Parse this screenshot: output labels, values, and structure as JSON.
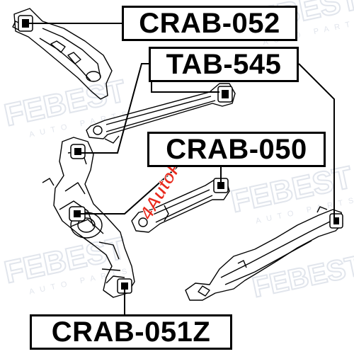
{
  "labels": {
    "crab_052": "CRAB-052",
    "tab_545": "TAB-545",
    "crab_050": "CRAB-050",
    "crab_051z": "CRAB-051Z"
  },
  "watermark": {
    "brand": "FEBEST",
    "sub": "AUTO PARTS",
    "shop": "4AutoPart"
  },
  "colors": {
    "line": "#000000",
    "watermark": "#d8dde8",
    "shop_red": "#e8291c"
  }
}
